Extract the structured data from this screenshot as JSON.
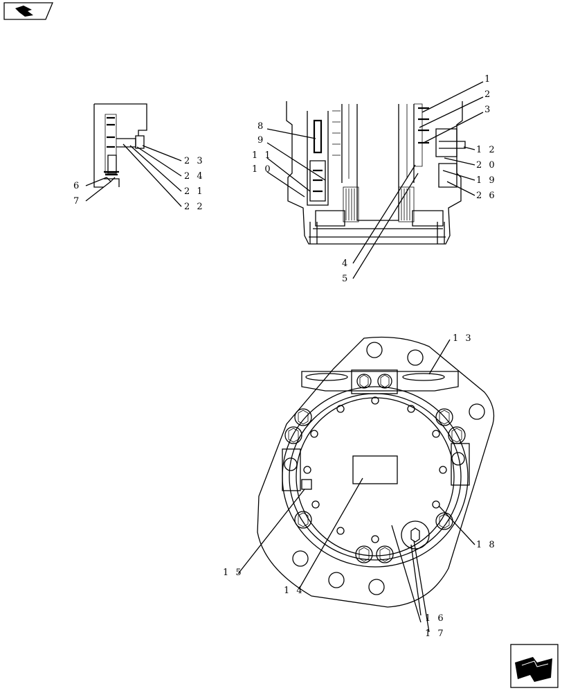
{
  "figure": {
    "callouts": [
      {
        "id": "c1",
        "text": "1"
      },
      {
        "id": "c2",
        "text": "2"
      },
      {
        "id": "c3",
        "text": "3"
      },
      {
        "id": "c12",
        "text": "1 2"
      },
      {
        "id": "c20",
        "text": "2 0"
      },
      {
        "id": "c19",
        "text": "1 9"
      },
      {
        "id": "c26",
        "text": "2 6"
      },
      {
        "id": "c8",
        "text": "8"
      },
      {
        "id": "c9",
        "text": "9"
      },
      {
        "id": "c11",
        "text": "1 1"
      },
      {
        "id": "c10",
        "text": "1 0"
      },
      {
        "id": "c4",
        "text": "4"
      },
      {
        "id": "c5",
        "text": "5"
      },
      {
        "id": "c23",
        "text": "2 3"
      },
      {
        "id": "c24",
        "text": "2 4"
      },
      {
        "id": "c21",
        "text": "2 1"
      },
      {
        "id": "c22",
        "text": "2 2"
      },
      {
        "id": "c6",
        "text": "6"
      },
      {
        "id": "c7",
        "text": "7"
      },
      {
        "id": "c13",
        "text": "1 3"
      },
      {
        "id": "c18",
        "text": "1 8"
      },
      {
        "id": "c15",
        "text": "1 5"
      },
      {
        "id": "c14",
        "text": "1 4"
      },
      {
        "id": "c16",
        "text": "1 6"
      },
      {
        "id": "c17",
        "text": "1 7"
      }
    ]
  },
  "icons": {
    "top_left": "book-arrow-icon",
    "bottom_right": "next-page-arrow-icon"
  }
}
